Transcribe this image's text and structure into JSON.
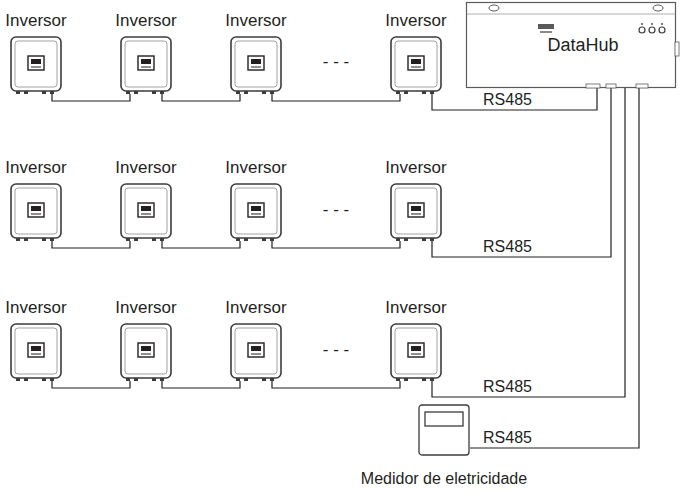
{
  "diagram": {
    "nodes": [
      {
        "text": [
          "Inversor"
        ]
      },
      {
        "text": [
          "Inversor"
        ]
      },
      {
        "text": [
          "Inversor"
        ]
      },
      {
        "text": [
          "Inversor"
        ]
      },
      {
        "text": [
          "DataHub"
        ]
      },
      {
        "text": [
          "Inversor"
        ]
      },
      {
        "text": [
          "Inversor"
        ]
      },
      {
        "text": [
          "Inversor"
        ]
      },
      {
        "text": [
          "Inversor"
        ]
      },
      {
        "text": [
          "Inversor"
        ]
      },
      {
        "text": [
          "Inversor"
        ]
      },
      {
        "text": [
          "Inversor"
        ]
      },
      {
        "text": [
          "Inversor"
        ]
      },
      {
        "text": [
          "Medidor de eletricidade"
        ]
      }
    ],
    "edges": [
      {
        "from": 0,
        "to": 1,
        "arrow": "none"
      },
      {
        "from": 1,
        "to": 2,
        "arrow": "none"
      },
      {
        "from": 2,
        "to": 3,
        "arrow": "none"
      },
      {
        "from": 3,
        "to": 4,
        "label": "RS485",
        "arrow": "none"
      },
      {
        "from": 5,
        "to": 6,
        "arrow": "none"
      },
      {
        "from": 6,
        "to": 7,
        "arrow": "none"
      },
      {
        "from": 7,
        "to": 8,
        "arrow": "none"
      },
      {
        "from": 8,
        "to": 4,
        "label": "RS485",
        "arrow": "none"
      },
      {
        "from": 9,
        "to": 10,
        "arrow": "none"
      },
      {
        "from": 10,
        "to": 11,
        "arrow": "none"
      },
      {
        "from": 11,
        "to": 12,
        "arrow": "none"
      },
      {
        "from": 12,
        "to": 4,
        "label": "RS485",
        "arrow": "none"
      },
      {
        "from": 13,
        "to": 4,
        "label": "RS485",
        "arrow": "none"
      }
    ],
    "labels": [
      "- - -",
      "- - -",
      "- - -"
    ]
  }
}
